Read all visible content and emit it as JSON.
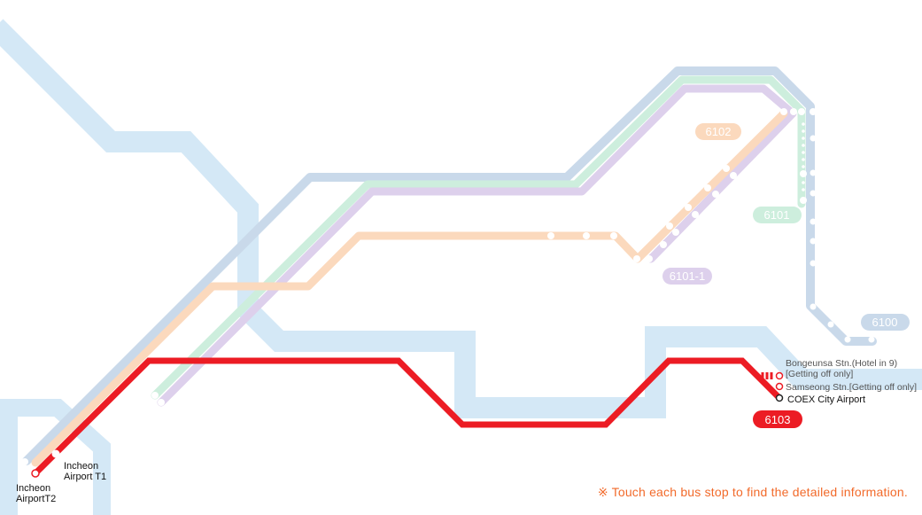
{
  "map": {
    "routes": [
      {
        "id": "6100",
        "label": "6100",
        "color": "#c9d9ea"
      },
      {
        "id": "6101",
        "label": "6101",
        "color": "#cdeedd"
      },
      {
        "id": "6101-1",
        "label": "6101-1",
        "color": "#ddd0ec"
      },
      {
        "id": "6102",
        "label": "6102",
        "color": "#fbd9bd"
      },
      {
        "id": "6103",
        "label": "6103",
        "color": "#ec1c24"
      }
    ],
    "river_color": "#d4e8f6",
    "stops": {
      "incheon_t1": [
        "Incheon",
        "Airport T1"
      ],
      "incheon_t2": [
        "Incheon",
        "AirportT2"
      ],
      "bongeunsa": [
        "Bongeunsa Stn.(Hotel in 9)",
        "[Getting off only]"
      ],
      "samseong": "Samseong Stn.[Getting off only]",
      "coex": "COEX City Airport"
    }
  },
  "notice": "※ Touch each bus stop to find the detailed information."
}
